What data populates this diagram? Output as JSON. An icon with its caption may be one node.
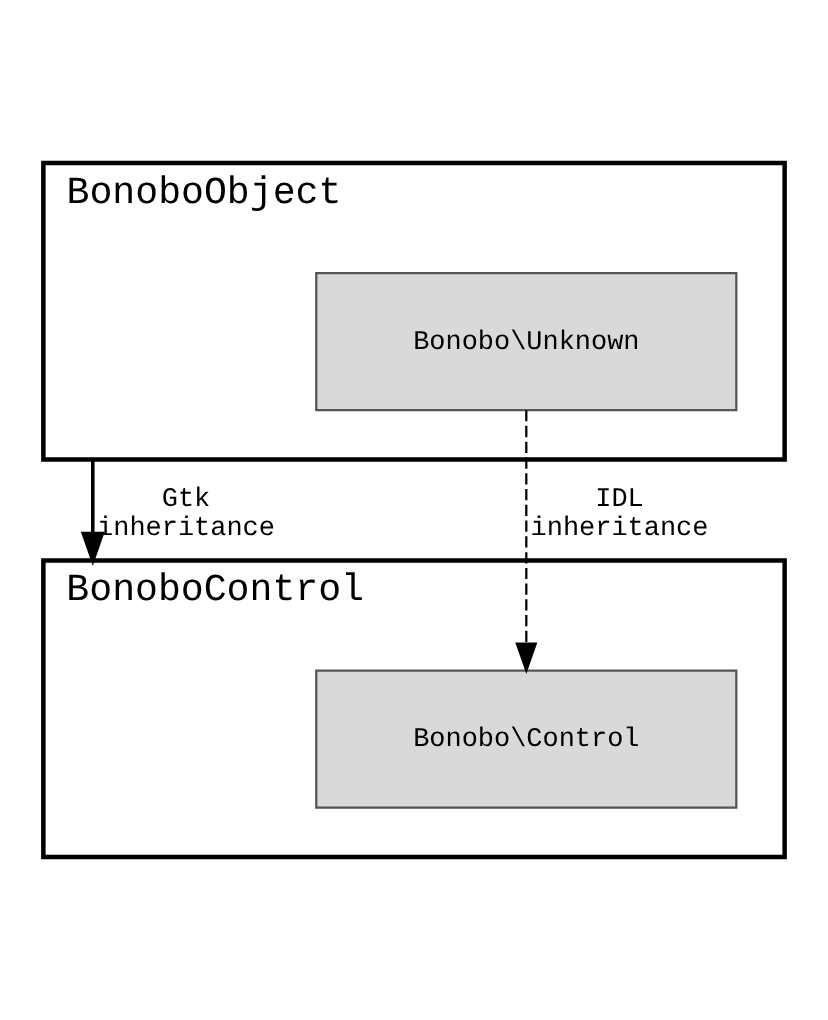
{
  "diagram": {
    "nodes": [
      {
        "text": [
          "BonoboObject"
        ]
      },
      {
        "text": [
          "Bonobo\\Unknown"
        ],
        "in": 0
      },
      {
        "text": [
          "BonoboControl"
        ]
      },
      {
        "text": [
          "Bonobo\\Control"
        ],
        "in": 2
      }
    ],
    "edges": [
      {
        "from": 0,
        "to": 2,
        "arrow": "to",
        "label": "Gtk inheritance"
      },
      {
        "from": 1,
        "to": 3,
        "arrow": "to",
        "label": "IDL inheritance",
        "style": "dashed"
      }
    ]
  }
}
